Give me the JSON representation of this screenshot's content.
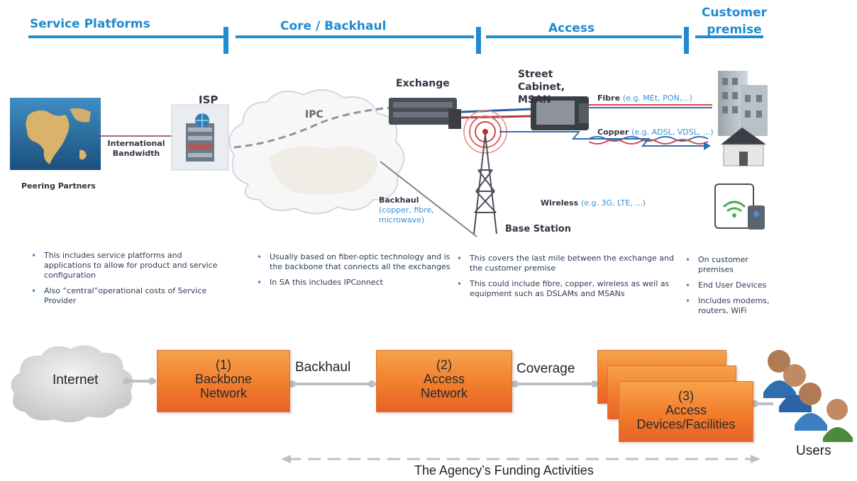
{
  "segments": {
    "service_platforms": "Service Platforms",
    "core_backhaul": "Core / Backhaul",
    "access": "Access",
    "customer_premise": "Customer premise"
  },
  "nodes": {
    "peering_partners": "Peering Partners",
    "international_bandwidth": "International Bandwidth",
    "isp": "ISP",
    "ipc": "IPC",
    "exchange": "Exchange",
    "street_cabinet": "Street Cabinet, MSAN",
    "fibre": "Fibre",
    "fibre_eg": "(e.g. MEt, PON,...)",
    "copper": "Copper",
    "copper_eg": "(e.g. ADSL, VDSL, ...)",
    "backhaul": "Backhaul",
    "backhaul_eg": "(copper, fibre, microwave)",
    "base_station": "Base Station",
    "wireless": "Wireless",
    "wireless_eg": "(e.g. 3G, LTE, ...)"
  },
  "bullets": {
    "service_platforms": [
      "This includes service platforms and applications to allow for product and service configuration",
      "Also “central”operational costs of Service Provider"
    ],
    "core": [
      "Usually based on fiber-optic technology and is the backbone that connects all the exchanges",
      "In SA this includes IPConnect"
    ],
    "access": [
      "This covers the last mile between the exchange and the customer premise",
      "This could include fibre, copper, wireless as well as equipment such as DSLAMs and MSANs"
    ],
    "customer": [
      "On customer premises",
      "End User Devices",
      "Includes modems, routers, WiFi"
    ]
  },
  "flow": {
    "internet": "Internet",
    "box1_num": "(1)",
    "box1_label": "Backbone Network",
    "backhaul": "Backhaul",
    "box2_num": "(2)",
    "box2_label": "Access Network",
    "coverage": "Coverage",
    "box3_num": "(3)",
    "box3_label": "Access Devices/Facilities",
    "users": "Users",
    "funding": "The Agency’s Funding  Activities"
  },
  "colors": {
    "accent_blue": "#1f8bd0",
    "box_orange": "#f07a2a"
  }
}
